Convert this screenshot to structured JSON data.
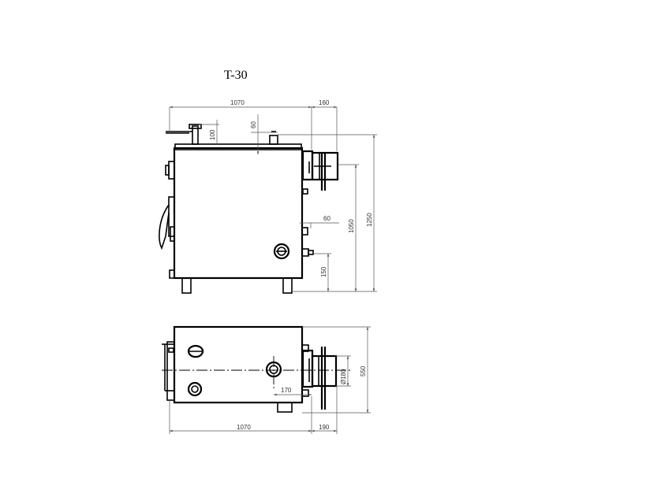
{
  "title": "T-30",
  "front_view": {
    "dims": {
      "width": "1070",
      "flue_offset": "160",
      "leg_top": "100",
      "top_pipe": "60",
      "side_pipe": "60",
      "height_total": "1250",
      "height_flue": "1050",
      "height_outlet": "150"
    }
  },
  "top_view": {
    "dims": {
      "width": "1070",
      "flue_offset": "190",
      "depth": "550",
      "flue_diameter": "Ø180",
      "pipe_offset": "170"
    }
  }
}
